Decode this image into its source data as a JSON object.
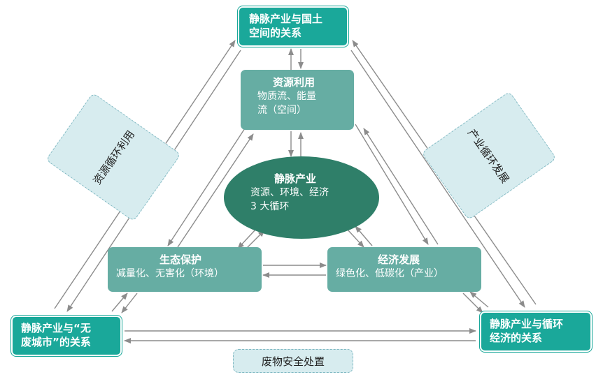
{
  "nodes": {
    "top": {
      "title": "静脉产业与国土",
      "title2": "空间的关系"
    },
    "left": {
      "title": "静脉产业与“无",
      "title2": "废城市”的关系"
    },
    "right": {
      "title": "静脉产业与循环",
      "title2": "经济的关系"
    },
    "resource": {
      "title": "资源利用",
      "line1": "物质流、能量",
      "line2": "流（空间）"
    },
    "center": {
      "title": "静脉产业",
      "line1": "资源、环境、经济",
      "line2": "3 大循环"
    },
    "eco": {
      "title": "生态保护",
      "line1": "减量化、无害化（环境）"
    },
    "economy": {
      "title": "经济发展",
      "line1": "绿色化、低碳化（产业）"
    }
  },
  "labels": {
    "left_side": "资源循环利用",
    "right_side": "产业循环发展",
    "bottom": "废物安全处置"
  },
  "colors": {
    "dark_box": "#1aa89a",
    "mid_box": "#66ada3",
    "ellipse": "#2f7f69",
    "label_bg": "#d7ecef",
    "arrow": "#8c8c8c"
  }
}
